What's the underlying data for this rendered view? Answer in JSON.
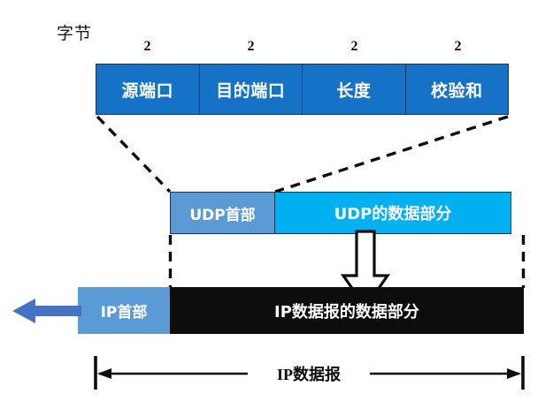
{
  "diagram": {
    "title_caption": "字节",
    "udp_header_fields": [
      {
        "label": "源端口",
        "bytes": "2"
      },
      {
        "label": "目的端口",
        "bytes": "2"
      },
      {
        "label": "长度",
        "bytes": "2"
      },
      {
        "label": "校验和",
        "bytes": "2"
      }
    ],
    "udp_datagram": {
      "header_label": "UDP首部",
      "data_label": "UDP的数据部分"
    },
    "ip_datagram": {
      "header_label": "IP首部",
      "data_label": "IP数据报的数据部分"
    },
    "dimension": {
      "label": "IP数据报"
    },
    "colors": {
      "header_field_fill": "#1572c6",
      "header_field_border": "#17365d",
      "udp_header_fill": "#5b9bd5",
      "udp_data_fill": "#00b0f0",
      "ip_header_fill": "#5b9bd5",
      "ip_data_fill": "#0d0d0d",
      "left_arrow_fill": "#4472c4",
      "down_arrow_fill": "#ffffff",
      "text_light": "#ffffff",
      "text_dark": "#0d0d0d"
    }
  }
}
